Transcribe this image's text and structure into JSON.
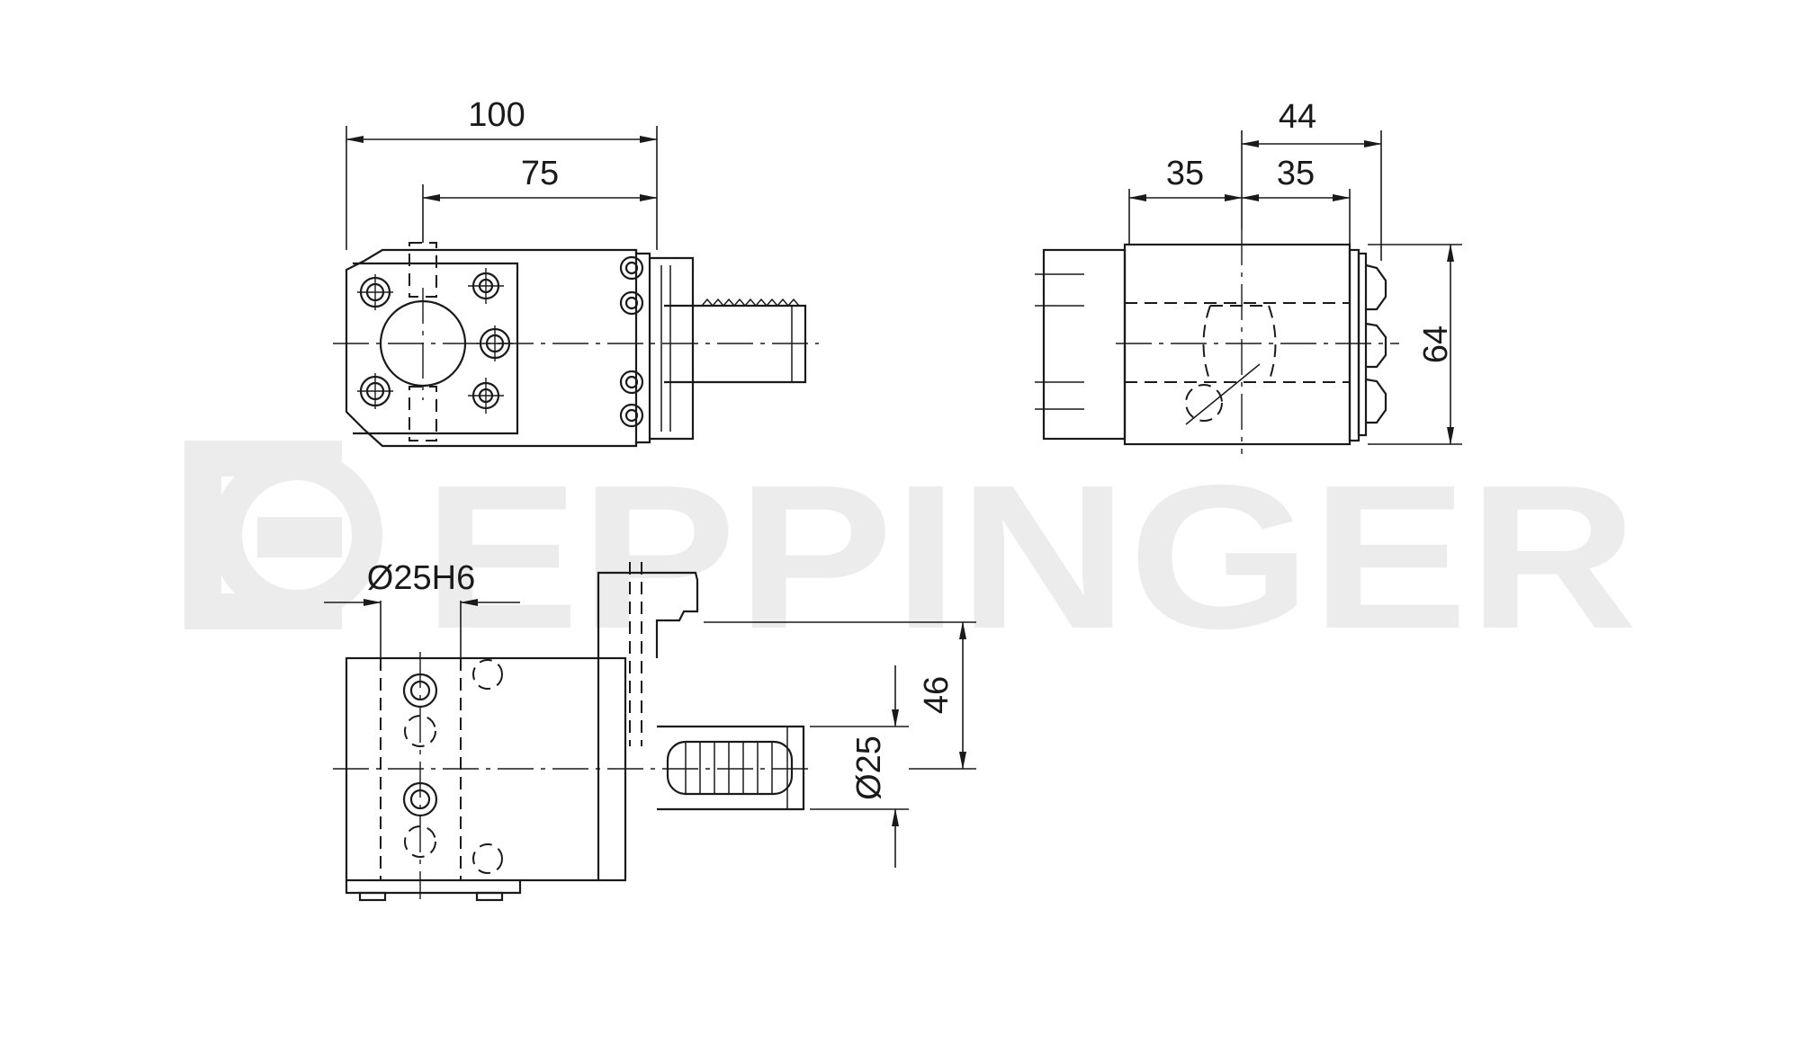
{
  "watermark": {
    "text": "EPPINGER",
    "color": "#ececec"
  },
  "drawing": {
    "line_color": "#1a1a1a",
    "background": "#ffffff"
  },
  "dimensions": {
    "overall_length": "100",
    "holder_to_shank": "75",
    "offset_44": "44",
    "left_half": "35",
    "right_half": "35",
    "height": "64",
    "bore_diameter": "Ø25H6",
    "center_height": "46",
    "shank_diameter": "Ø25"
  }
}
